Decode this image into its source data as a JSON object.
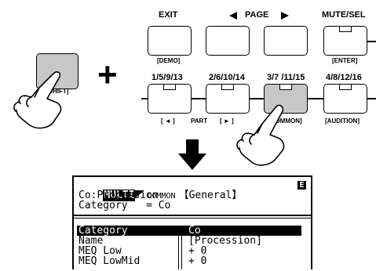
{
  "top_labels": {
    "exit": "EXIT",
    "page": "PAGE",
    "page_left_icon": "triangle-left",
    "page_right_icon": "triangle-right",
    "mute_sel": "MUTE/SEL"
  },
  "button_sub_labels": {
    "demo": "[DEMO]",
    "enter": "[ENTER]",
    "shift": "[SHIFT]"
  },
  "part_buttons": [
    {
      "label": "1/5/9/13"
    },
    {
      "label": "2/6/10/14"
    },
    {
      "label": "3/7 /11/15"
    },
    {
      "label": "4/8/12/16"
    }
  ],
  "bottom_labels": {
    "left": "[ ◄ ]",
    "part": "PART",
    "right": "[ ► ]",
    "common": "[COMMON]",
    "audition": "[AUDITION]"
  },
  "symbols": {
    "plus": "+",
    "down_arrow_icon": "arrow-down"
  },
  "lcd": {
    "mode": "MULTI",
    "sub_mode": "COMMON",
    "page_title": "【General】",
    "edit_icon": "E",
    "line1": "Co:Procession",
    "line2_label": "Category",
    "line2_value": "= Co",
    "list": [
      {
        "param": "Category",
        "value": "Co",
        "selected": true
      },
      {
        "param": "Name",
        "value": "[Procession]",
        "selected": false
      },
      {
        "param": "MEQ Low",
        "value": "+ 0",
        "selected": false
      },
      {
        "param": "MEQ LowMid",
        "value": "+ 0",
        "selected": false
      }
    ]
  }
}
